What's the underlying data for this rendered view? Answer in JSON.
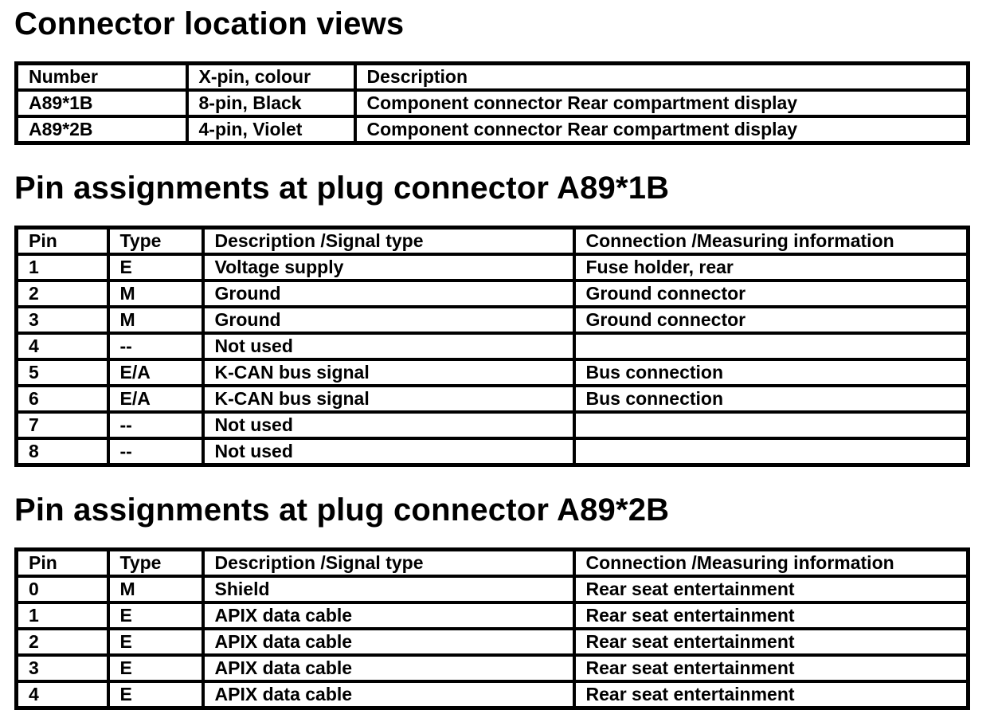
{
  "colors": {
    "text": "#000000",
    "background": "#ffffff",
    "table_border": "#000000"
  },
  "sections": [
    {
      "title": "Connector location views",
      "table": {
        "headers": [
          "Number",
          "X-pin, colour",
          "Description"
        ],
        "rows": [
          [
            "A89*1B",
            "8-pin, Black",
            "Component connector Rear compartment display"
          ],
          [
            "A89*2B",
            "4-pin, Violet",
            "Component connector Rear compartment display"
          ]
        ]
      }
    },
    {
      "title": "Pin assignments at plug connector A89*1B",
      "table": {
        "headers": [
          "Pin",
          "Type",
          "Description /Signal type",
          "Connection /Measuring information"
        ],
        "rows": [
          [
            "1",
            "E",
            "Voltage supply",
            "Fuse holder, rear"
          ],
          [
            "2",
            "M",
            "Ground",
            "Ground connector"
          ],
          [
            "3",
            "M",
            "Ground",
            "Ground connector"
          ],
          [
            "4",
            "--",
            "Not used",
            ""
          ],
          [
            "5",
            "E/A",
            "K-CAN bus signal",
            "Bus connection"
          ],
          [
            "6",
            "E/A",
            "K-CAN bus signal",
            "Bus connection"
          ],
          [
            "7",
            "--",
            "Not used",
            ""
          ],
          [
            "8",
            "--",
            "Not used",
            ""
          ]
        ]
      }
    },
    {
      "title": "Pin assignments at plug connector A89*2B",
      "table": {
        "headers": [
          "Pin",
          "Type",
          "Description /Signal type",
          "Connection /Measuring information"
        ],
        "rows": [
          [
            "0",
            "M",
            "Shield",
            "Rear seat entertainment"
          ],
          [
            "1",
            "E",
            "APIX data cable",
            "Rear seat entertainment"
          ],
          [
            "2",
            "E",
            "APIX data cable",
            "Rear seat entertainment"
          ],
          [
            "3",
            "E",
            "APIX data cable",
            "Rear seat entertainment"
          ],
          [
            "4",
            "E",
            "APIX data cable",
            "Rear seat entertainment"
          ]
        ]
      }
    }
  ]
}
